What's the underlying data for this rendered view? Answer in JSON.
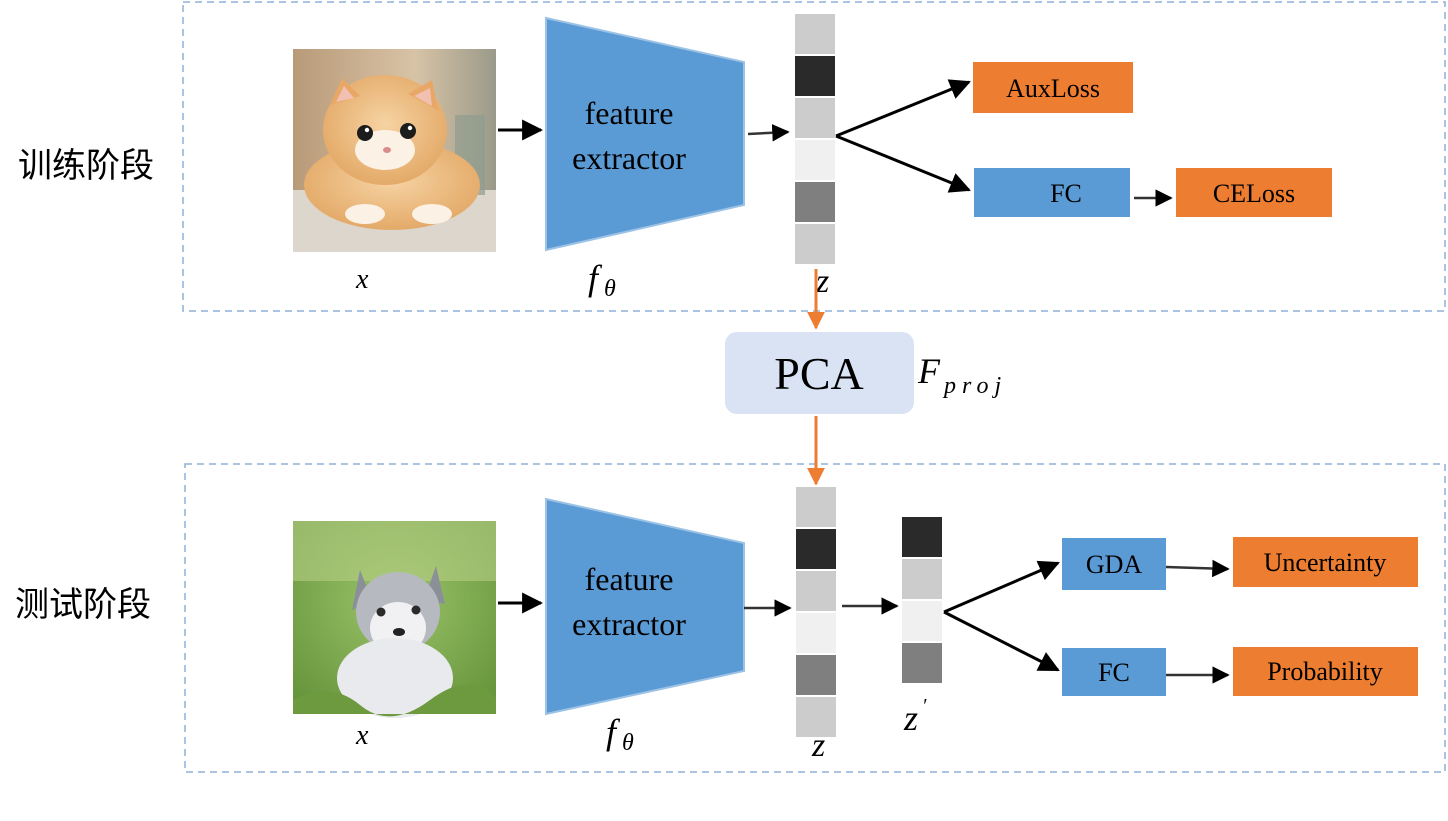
{
  "training": {
    "stage_label": "训练阶段",
    "input_label": "x",
    "extractor_text": [
      "feature",
      "extractor"
    ],
    "extractor_symbol": {
      "base": "f",
      "sub": "θ"
    },
    "feature_label": "z",
    "feature_cells": [
      "#cccccc",
      "#2a2a2a",
      "#cccccc",
      "#f0f0f0",
      "#7f7f7f",
      "#cccccc"
    ],
    "aux_loss": "AuxLoss",
    "fc": "FC",
    "ce_loss": "CELoss"
  },
  "projection": {
    "label": "PCA",
    "symbol": {
      "base": "F",
      "sub": "proj"
    }
  },
  "testing": {
    "stage_label": "测试阶段",
    "input_label": "x",
    "extractor_text": [
      "feature",
      "extractor"
    ],
    "extractor_symbol": {
      "base": "f",
      "sub": "θ"
    },
    "feature_label": "z",
    "feature_cells": [
      "#cccccc",
      "#2a2a2a",
      "#cccccc",
      "#f0f0f0",
      "#7f7f7f",
      "#cccccc"
    ],
    "projected_label": {
      "base": "z",
      "prime": "′"
    },
    "projected_cells": [
      "#2a2a2a",
      "#cccccc",
      "#f0f0f0",
      "#7f7f7f"
    ],
    "gda": "GDA",
    "fc": "FC",
    "uncertainty": "Uncertainty",
    "probability": "Probability"
  },
  "colors": {
    "extractor_blue": "#5b9bd5",
    "loss_orange": "#ed7d31",
    "pca_fill": "#dae3f3",
    "dashed_border": "#8fb0d9",
    "orange_arrow": "#ed7d31"
  },
  "images": {
    "training_input": "kitten-photo",
    "testing_input": "husky-puppy-photo"
  }
}
